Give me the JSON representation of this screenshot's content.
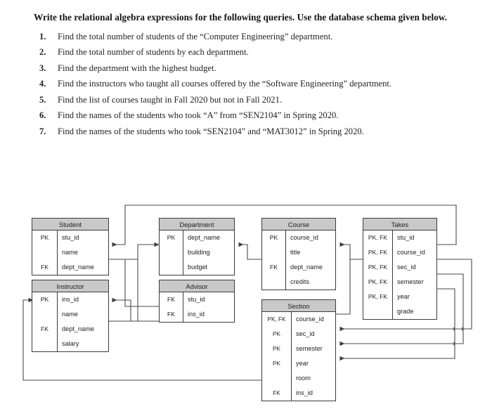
{
  "prompt": {
    "heading": "Write the relational algebra expressions for the following queries. Use the database schema given below.",
    "questions": [
      {
        "num": "1.",
        "text": "Find the total number of students of the “Computer Engineering” department."
      },
      {
        "num": "2.",
        "text": "Find the total number of students by each department."
      },
      {
        "num": "3.",
        "text": "Find the department with the highest budget."
      },
      {
        "num": "4.",
        "text": "Find the instructors who taught all courses offered by the “Software Engineering” department."
      },
      {
        "num": "5.",
        "text": "Find the list of courses taught in Fall 2020 but not in Fall 2021."
      },
      {
        "num": "6.",
        "text": "Find the names of the students who took “A” from “SEN2104” in Spring 2020."
      },
      {
        "num": "7.",
        "text": "Find the names of the students who took “SEN2104” and “MAT3012” in Spring 2020."
      }
    ]
  },
  "diagram": {
    "header_fill": "#c9c9c9",
    "border_color": "#3b3b3b",
    "line_color": "#4a4a4a",
    "tables": {
      "student": {
        "title": "Student",
        "rows": [
          {
            "key": "PK",
            "attr": "stu_id"
          },
          {
            "key": "",
            "attr": "name"
          },
          {
            "key": "FK",
            "attr": "dept_name"
          }
        ]
      },
      "department": {
        "title": "Department",
        "rows": [
          {
            "key": "PK",
            "attr": "dept_name"
          },
          {
            "key": "",
            "attr": "building"
          },
          {
            "key": "",
            "attr": "budget"
          }
        ]
      },
      "course": {
        "title": "Course",
        "rows": [
          {
            "key": "PK",
            "attr": "course_id"
          },
          {
            "key": "",
            "attr": "title"
          },
          {
            "key": "FK",
            "attr": "dept_name"
          },
          {
            "key": "",
            "attr": "credits"
          }
        ]
      },
      "takes": {
        "title": "Takes",
        "rows": [
          {
            "key": "PK, FK",
            "attr": "stu_id"
          },
          {
            "key": "PK, FK",
            "attr": "course_id"
          },
          {
            "key": "PK, FK",
            "attr": "sec_id"
          },
          {
            "key": "PK, FK",
            "attr": "semester"
          },
          {
            "key": "PK, FK",
            "attr": "year"
          },
          {
            "key": "",
            "attr": "grade"
          }
        ]
      },
      "instructor": {
        "title": "Instructor",
        "rows": [
          {
            "key": "PK",
            "attr": "ins_id"
          },
          {
            "key": "",
            "attr": "name"
          },
          {
            "key": "FK",
            "attr": "dept_name"
          },
          {
            "key": "",
            "attr": "salary"
          }
        ]
      },
      "advisor": {
        "title": "Advisor",
        "rows": [
          {
            "key": "FK",
            "attr": "stu_id"
          },
          {
            "key": "FK",
            "attr": "ins_id"
          }
        ]
      },
      "section": {
        "title": "Section",
        "rows": [
          {
            "key": "PK, FK",
            "attr": "course_id"
          },
          {
            "key": "PK",
            "attr": "sec_id"
          },
          {
            "key": "PK",
            "attr": "semester"
          },
          {
            "key": "PK",
            "attr": "year"
          },
          {
            "key": "",
            "attr": "room"
          },
          {
            "key": "FK",
            "attr": "ins_id"
          }
        ]
      }
    }
  }
}
